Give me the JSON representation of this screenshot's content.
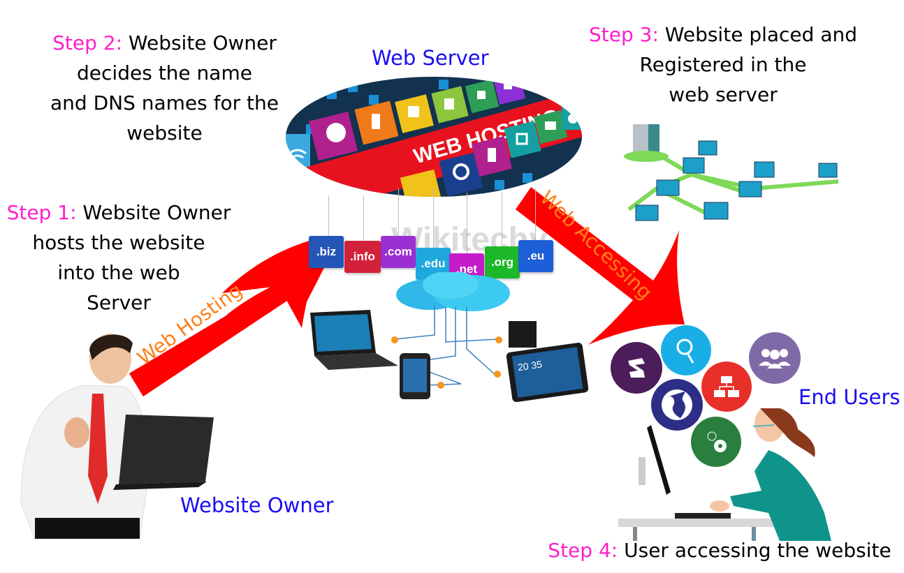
{
  "steps": [
    {
      "label": "Step 1:",
      "text_lines": [
        "Website Owner",
        "hosts the website",
        "into the web",
        "Server"
      ]
    },
    {
      "label": "Step 2:",
      "text_lines": [
        "Website Owner",
        "decides the name",
        "and DNS names for the",
        "website"
      ]
    },
    {
      "label": "Step 3:",
      "text_lines": [
        "Website placed and",
        "Registered in the",
        "web server"
      ]
    },
    {
      "label": "Step 4:",
      "text_lines": [
        "User accessing the website"
      ]
    }
  ],
  "actors": {
    "web_server": "Web Server",
    "website_owner": "Website Owner",
    "end_users": "End Users"
  },
  "arrows": {
    "hosting": "Web Hosting",
    "accessing": "Web Accessing"
  },
  "banner": "WEB HOSTING",
  "domains": [
    {
      "name": ".biz",
      "color": "#2456b8"
    },
    {
      "name": ".info",
      "color": "#d2213a"
    },
    {
      "name": ".com",
      "color": "#9b2fd1"
    },
    {
      "name": ".edu",
      "color": "#1fa8dd"
    },
    {
      "name": ".net",
      "color": "#c51cc9"
    },
    {
      "name": ".org",
      "color": "#1cb82a"
    },
    {
      "name": ".eu",
      "color": "#1d5fd6"
    }
  ],
  "watermark": "Wikitechy",
  "tablet_time": "20 35",
  "colors": {
    "step_label": "#ff1ecb",
    "actor_label": "#1a0cf2",
    "arrow": "#ff0000",
    "arrow_text": "#ff7f1a"
  }
}
